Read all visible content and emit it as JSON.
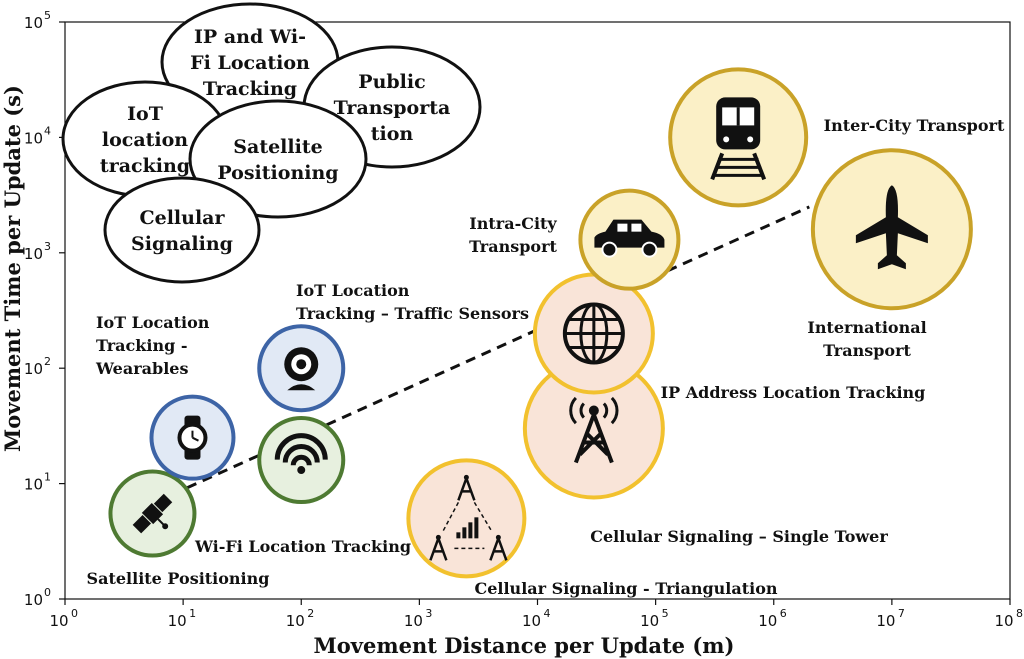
{
  "chart_data": {
    "type": "scatter",
    "xlabel": "Movement Distance per Update (m)",
    "ylabel": "Movement Time per Update (s)",
    "x_scale": "log",
    "y_scale": "log",
    "xlim": [
      1,
      100000000
    ],
    "ylim": [
      1,
      100000
    ],
    "x_ticks": [
      {
        "base": "10",
        "exp": "0"
      },
      {
        "base": "10",
        "exp": "1"
      },
      {
        "base": "10",
        "exp": "2"
      },
      {
        "base": "10",
        "exp": "3"
      },
      {
        "base": "10",
        "exp": "4"
      },
      {
        "base": "10",
        "exp": "5"
      },
      {
        "base": "10",
        "exp": "6"
      },
      {
        "base": "10",
        "exp": "7"
      },
      {
        "base": "10",
        "exp": "8"
      }
    ],
    "y_ticks": [
      {
        "base": "10",
        "exp": "0"
      },
      {
        "base": "10",
        "exp": "1"
      },
      {
        "base": "10",
        "exp": "2"
      },
      {
        "base": "10",
        "exp": "3"
      },
      {
        "base": "10",
        "exp": "4"
      },
      {
        "base": "10",
        "exp": "5"
      }
    ],
    "grid": false,
    "colors": {
      "green": "#4e7a32",
      "green_fill": "#e7f0df",
      "blue": "#3d64a6",
      "blue_fill": "#e1e9f5",
      "gold": "#f2c12e",
      "gold_fill": "#f9e4d8",
      "dark_gold": "#c9a228",
      "dark_gold_fill": "#fbf0c7"
    },
    "points": [
      {
        "label": "Satellite Positioning",
        "x": 5.5,
        "y": 5.5,
        "icon": "satellite-icon",
        "group": "green"
      },
      {
        "label": "Wi-Fi Location Tracking",
        "x": 100,
        "y": 16,
        "icon": "wifi-icon",
        "group": "green"
      },
      {
        "label": "IoT Location Tracking - Wearables",
        "x": 12,
        "y": 25,
        "icon": "watch-icon",
        "group": "blue"
      },
      {
        "label": "IoT Location Tracking – Traffic Sensors",
        "x": 100,
        "y": 100,
        "icon": "webcam-icon",
        "group": "blue"
      },
      {
        "label": "Cellular Signaling - Triangulation",
        "x": 2500,
        "y": 5,
        "icon": "cell-towers-icon",
        "group": "gold"
      },
      {
        "label": "Cellular Signaling – Single Tower",
        "x": 30000,
        "y": 30,
        "icon": "cell-tower-icon",
        "group": "gold"
      },
      {
        "label": "IP Address Location Tracking",
        "x": 30000,
        "y": 200,
        "icon": "globe-icon",
        "group": "gold"
      },
      {
        "label": "Intra-City Transport",
        "x": 60000,
        "y": 1300,
        "icon": "car-icon",
        "group": "dark_gold"
      },
      {
        "label": "Inter-City Transport",
        "x": 500000,
        "y": 10000,
        "icon": "train-icon",
        "group": "dark_gold"
      },
      {
        "label": "International Transport",
        "x": 10000000,
        "y": 1600,
        "icon": "airplane-icon",
        "group": "dark_gold"
      }
    ],
    "trend_line": {
      "x": [
        8,
        2000000
      ],
      "y": [
        8,
        2500
      ],
      "style": "dashed"
    },
    "legend_ovals": [
      {
        "lines": [
          "IP and Wi-",
          "Fi Location",
          "Tracking"
        ]
      },
      {
        "lines": [
          "Public",
          "Transporta",
          "tion"
        ]
      },
      {
        "lines": [
          "IoT",
          "location",
          "tracking"
        ]
      },
      {
        "lines": [
          "Satellite",
          "Positioning"
        ]
      },
      {
        "lines": [
          "Cellular",
          "Signaling"
        ]
      }
    ],
    "annotations": {
      "sat": [
        "Satellite Positioning"
      ],
      "wifi": [
        "Wi-Fi Location Tracking"
      ],
      "wear": [
        "IoT Location",
        "Tracking -",
        "Wearables"
      ],
      "traffic": [
        "IoT Location",
        "Tracking – Traffic Sensors"
      ],
      "tri": [
        "Cellular Signaling - Triangulation"
      ],
      "single": [
        "Cellular Signaling – Single Tower"
      ],
      "ip": [
        "IP Address Location Tracking"
      ],
      "intra": [
        "Intra-City",
        "Transport"
      ],
      "inter": [
        "Inter-City Transport"
      ],
      "intl": [
        "International",
        "Transport"
      ]
    }
  }
}
